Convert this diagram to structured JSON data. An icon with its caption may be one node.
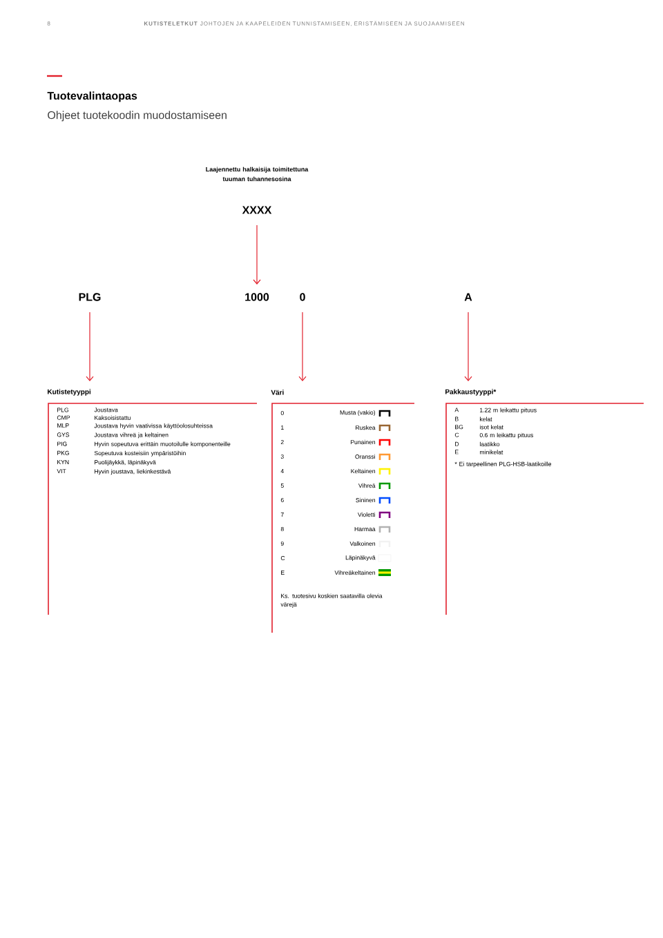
{
  "diagram": {
    "title": "Tuotevalintaopas",
    "nodes": [
      {
        "text": [
          "XXXX"
        ]
      },
      {
        "text": [
          "PLG"
        ]
      },
      {
        "text": [
          "1000"
        ]
      },
      {
        "text": [
          "0"
        ]
      },
      {
        "text": [
          "A"
        ]
      },
      {
        "text": [
          "Kutistetyyppi",
          "PLG",
          "Joustava",
          "CMP",
          "Kaksoisistattu",
          "MLP",
          "Joustava hyvin vaativissa käyttöolosuhteissa",
          "GYS",
          "Joustava vihreä ja keltainen",
          "PIG",
          "Hyvin sopeutuva erittäin muotoilulle komponenteille",
          "PKG",
          "Sopeutuva kosteisiin ympäristöihin",
          "KYN",
          "Puolijäykkä, läpinäkyvä",
          "VIT",
          "Hyvin joustava, liekinkestävä"
        ]
      },
      {
        "text": [
          "Väri",
          "0",
          "Musta (vakio)",
          "1",
          "Ruskea",
          "2",
          "Punainen",
          "3",
          "Oranssi",
          "4",
          "Keltainen",
          "5",
          "Vihreä",
          "6",
          "Sininen",
          "7",
          "Violetti",
          "8",
          "Harmaa",
          "9",
          "Valkoinen",
          "C",
          "Läpinäkyvä",
          "E",
          "Vihreäkeltainen",
          "Ks. tuotesivu koskien saatavilla olevia värejä"
        ]
      },
      {
        "text": [
          "Pakkaustyyppi*",
          "A",
          "1.22 m leikattu pituus",
          "B",
          "kelat",
          "BG",
          "isot kelat",
          "C",
          "0.6 m leikattu pituus",
          "D",
          "laatikko",
          "E",
          "minikelat",
          "* Ei tarpeellinen PLG-HSB-laatikoille"
        ]
      }
    ],
    "edges": [
      {
        "from": 0,
        "to": 2,
        "arrow": "to"
      },
      {
        "from": 1,
        "to": 5,
        "arrow": "to"
      },
      {
        "from": 3,
        "to": 6,
        "arrow": "to"
      },
      {
        "from": 4,
        "to": 7,
        "arrow": "to"
      }
    ],
    "labels": [
      "8",
      "**KUTISTELETKUT** JOHTOJEN JA KAAPELEIDEN TUNNISTAMISEEN, ERISTÄMISEEN JA SUOJAAMISEEN",
      "Ohjeet tuotekoodin muodostamiseen",
      "Laajennettu halkaisija toimitettuna tuuman tuhannesosina"
    ]
  }
}
